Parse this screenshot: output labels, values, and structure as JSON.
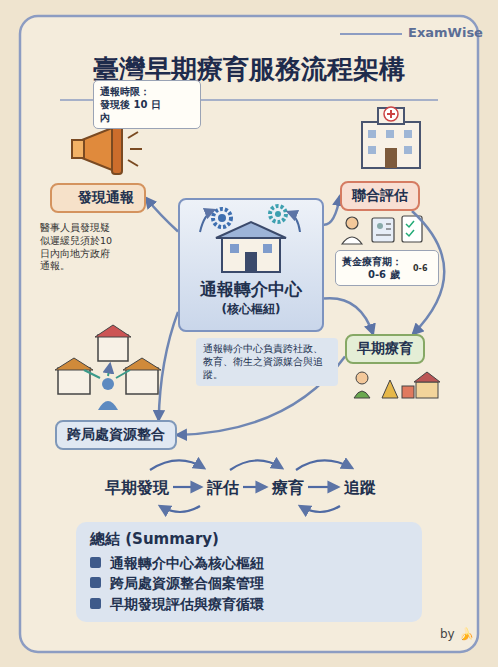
{
  "diagram": {
    "title": "臺灣早期療育服務流程架構",
    "nodes": [
      {
        "text": [
          "通報時限：",
          "發現後 10 日內"
        ]
      },
      {
        "text": [
          "發現通報"
        ]
      },
      {
        "text": [
          "聯合評估"
        ]
      },
      {
        "text": [
          "黃金療育期：",
          "0-6 歲"
        ]
      },
      {
        "text": [
          "通報轉介中心",
          "(核心樞紐)"
        ]
      },
      {
        "text": [
          "通報轉介中心負責跨社政、教育、衛生之資源媒合與追蹤。"
        ]
      },
      {
        "text": [
          "早期療育"
        ]
      },
      {
        "text": [
          "跨局處資源整合"
        ]
      },
      {
        "text": [
          "總結 (Summary)",
          "通報轉介中心為核心樞紐",
          "跨局處資源整合個案管理",
          "早期發現評估與療育循環"
        ]
      }
    ],
    "edges": [
      {
        "from": 4,
        "to": 1,
        "arrow": "to"
      },
      {
        "from": 4,
        "to": 2,
        "arrow": "to"
      },
      {
        "from": 4,
        "to": 6,
        "arrow": "to"
      },
      {
        "from": 4,
        "to": 7,
        "arrow": "to"
      },
      {
        "from": 2,
        "to": 6,
        "arrow": "to"
      },
      {
        "from": 6,
        "to": 7,
        "arrow": "to"
      }
    ],
    "labels": [
      "ExamWise",
      "醫事人員發現疑似遲緩兒須於10日內向地方政府通報。",
      "0-6",
      "早期發現",
      "評估",
      "療育",
      "追蹤",
      "by 🍌"
    ]
  }
}
